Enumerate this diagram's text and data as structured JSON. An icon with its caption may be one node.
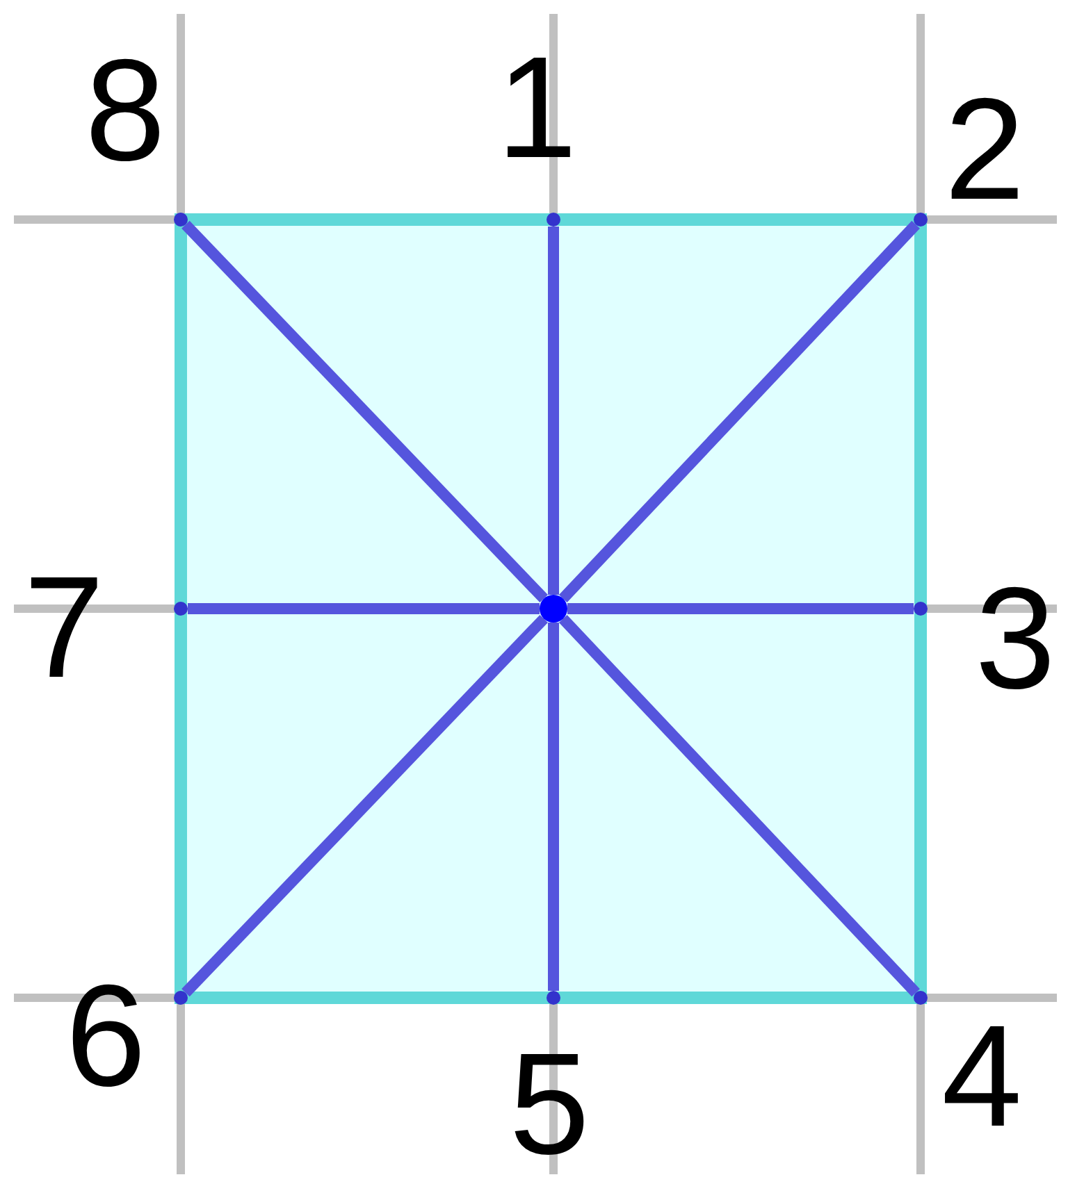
{
  "diagram": {
    "nodes": [
      {
        "text": [],
        "shape": "circle"
      },
      {
        "text": [],
        "shape": "circle",
        "beside": [
          "1"
        ]
      },
      {
        "text": [],
        "shape": "circle",
        "beside": [
          "2"
        ]
      },
      {
        "text": [],
        "shape": "circle",
        "beside": [
          "3"
        ]
      },
      {
        "text": [],
        "shape": "circle",
        "beside": [
          "4"
        ]
      },
      {
        "text": [],
        "shape": "circle",
        "beside": [
          "5"
        ]
      },
      {
        "text": [],
        "shape": "circle",
        "beside": [
          "6"
        ]
      },
      {
        "text": [],
        "shape": "circle",
        "beside": [
          "7"
        ]
      },
      {
        "text": [],
        "shape": "circle",
        "beside": [
          "8"
        ]
      }
    ],
    "edges": [
      {
        "from": 0,
        "to": 1,
        "arrow": "none"
      },
      {
        "from": 0,
        "to": 2,
        "arrow": "none"
      },
      {
        "from": 0,
        "to": 3,
        "arrow": "none"
      },
      {
        "from": 0,
        "to": 4,
        "arrow": "none"
      },
      {
        "from": 0,
        "to": 5,
        "arrow": "none"
      },
      {
        "from": 0,
        "to": 6,
        "arrow": "none"
      },
      {
        "from": 0,
        "to": 7,
        "arrow": "none"
      },
      {
        "from": 0,
        "to": 8,
        "arrow": "none"
      }
    ]
  }
}
